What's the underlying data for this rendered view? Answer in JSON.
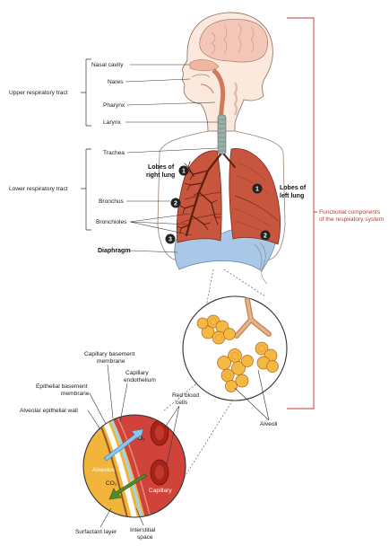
{
  "labels": {
    "nasal_cavity": "Nasal cavity",
    "nares": "Nares",
    "upper_tract": "Upper respiratory tract",
    "pharynx": "Pharynx",
    "larynx": "Larynx",
    "trachea": "Trachea",
    "lower_tract": "Lower respiratory tract",
    "lobes_right_1": "Lobes of",
    "lobes_right_2": "right lung",
    "lobes_left_1": "Lobes of",
    "lobes_left_2": "left lung",
    "bronchus": "Bronchus",
    "bronchioles": "Bronchioles",
    "diaphragm": "Diaphragm",
    "functional_1": "Functional components",
    "functional_2": "of the respiratory system",
    "capillary_basement_1": "Capillary basement",
    "capillary_basement_2": "membrane",
    "capillary_endothelium_1": "Capillary",
    "capillary_endothelium_2": "endothelium",
    "epithelial_basement_1": "Epithelial basement",
    "epithelial_basement_2": "membrane",
    "alveolar_wall": "Alveolar epithelial wall",
    "red_blood_1": "Red blood",
    "red_blood_2": "cells",
    "alveoli": "Alveoli",
    "o2": "O₂",
    "co2": "CO₂",
    "alveolus": "Alveolus",
    "capillary": "Capillary",
    "surfactant": "Surfactant layer",
    "interstitial_1": "Interstitial",
    "interstitial_2": "space"
  },
  "lobe_numbers": {
    "right_1": "1",
    "right_2": "2",
    "right_3": "3",
    "left_1": "1",
    "left_2": "2"
  },
  "colors": {
    "lung": "#c8553d",
    "lung_dark": "#7a2a18",
    "bronchi": "#6b2a14",
    "diaphragm": "#a9c8e8",
    "alveoli": "#f4b942",
    "alveoli_edge": "#b5651d",
    "bracket_red": "#c0392b",
    "capillary": "#d0433a",
    "rbc": "#a8231a",
    "alveolus_fill": "#f2b43a",
    "o2_arrow": "#8cc6ee",
    "co2_arrow": "#4f8a2f"
  },
  "icons": {
    "brain": "brain-icon",
    "head": "head-outline-icon"
  }
}
